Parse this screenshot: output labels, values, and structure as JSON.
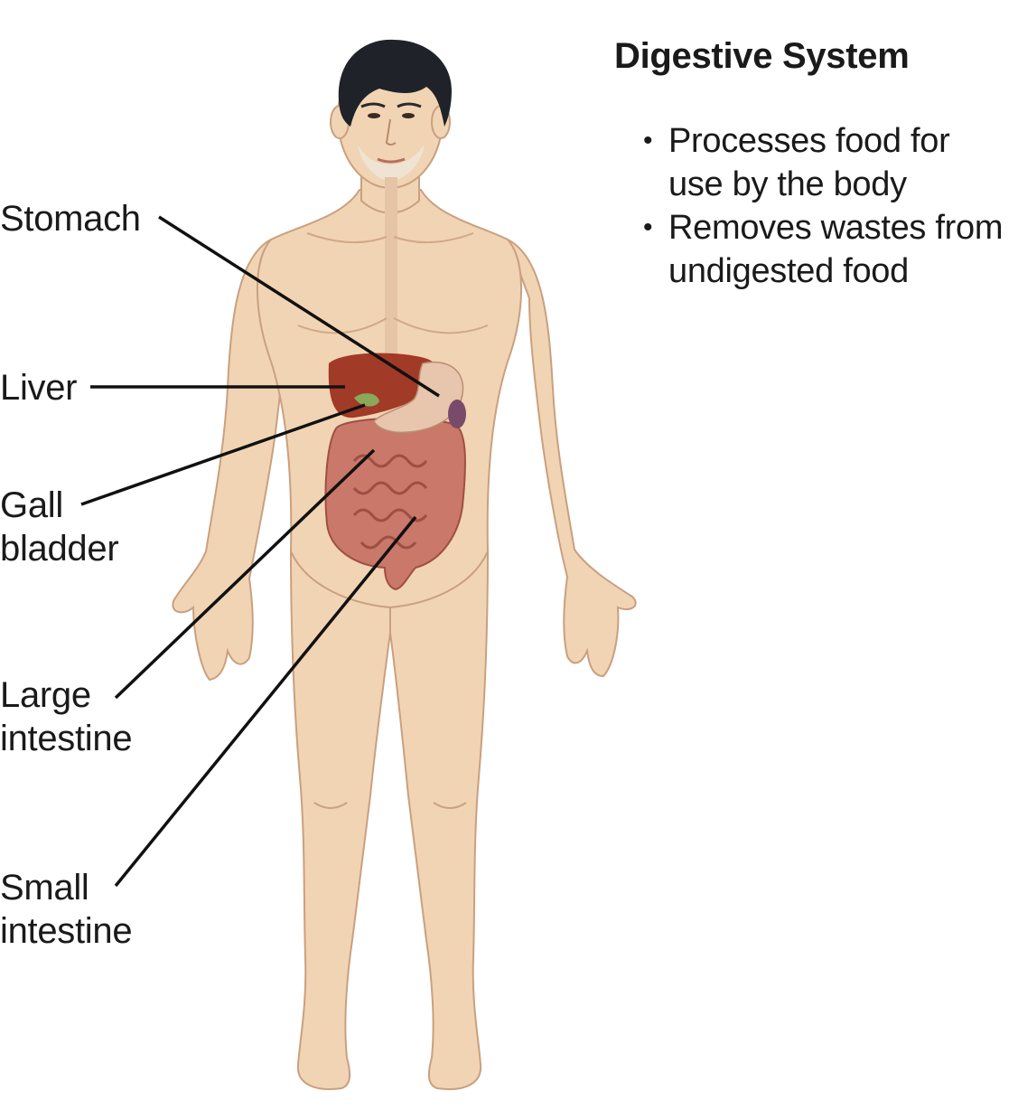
{
  "title": "Digestive System",
  "bullets": [
    "Processes food for use by the body",
    "Removes wastes from undigested food"
  ],
  "labels": {
    "stomach": "Stomach",
    "liver": "Liver",
    "gallbladder": "Gall\nbladder",
    "large_intestine": "Large\nintestine",
    "small_intestine": "Small\nintestine"
  },
  "colors": {
    "skin": "#f1d4b3",
    "skin_outline": "#c9a080",
    "hair": "#1f2329",
    "liver": "#a13a26",
    "stomach": "#e8c5ad",
    "intestine": "#c9786a",
    "gallbladder": "#8aa85a",
    "leader_line": "#111111"
  }
}
